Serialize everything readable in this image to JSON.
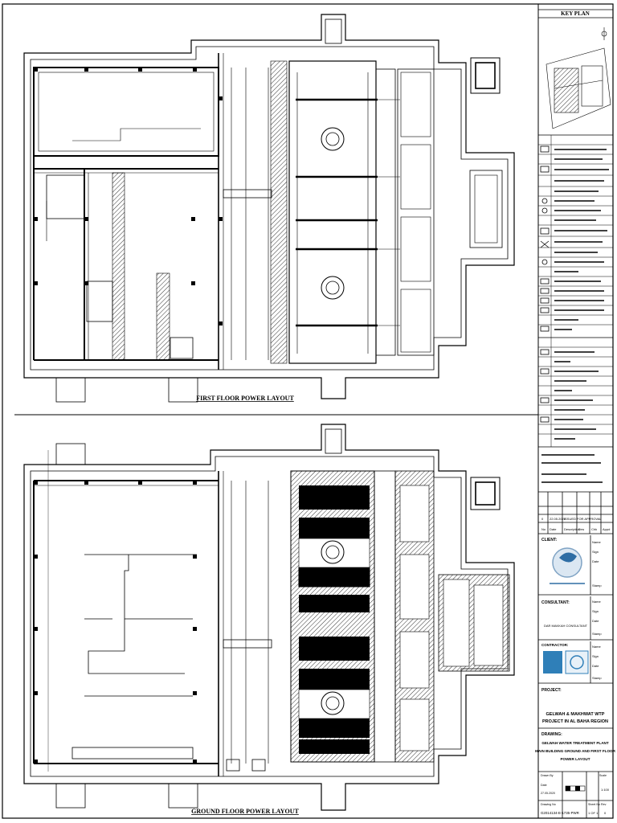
{
  "key_plan": {
    "title": "KEY PLAN"
  },
  "drawings": {
    "first_floor_title": "FIRST FLOOR POWER LAYOUT",
    "ground_floor_title": "GROUND FLOOR POWER LAYOUT"
  },
  "revision": {
    "row_no": "0",
    "row_date": "22.05.2020",
    "row_desc": "ISSUED FOR APPROVAL",
    "headers": [
      "No",
      "Date",
      "Description",
      "Drw",
      "Chk",
      "Appd"
    ]
  },
  "client": {
    "label": "CLIENT:",
    "fields": [
      "Name",
      "Sign",
      "Date",
      "Stamp"
    ]
  },
  "consultant": {
    "label": "CONSULTANT:",
    "name": "DAR MAKKAH CONSULTANT",
    "fields": [
      "Name",
      "Sign",
      "Date",
      "Stamp"
    ]
  },
  "contractor": {
    "label": "CONTRACTOR:",
    "fields": [
      "Name",
      "Sign",
      "Date",
      "Stamp"
    ]
  },
  "project": {
    "label": "PROJECT:",
    "name_line1": "GELWAH & MAKHWAT WTP",
    "name_line2": "PROJECT IN AL BAHA REGION"
  },
  "drawing": {
    "label": "DRAWING:",
    "line1": "GELWAH WATER TREATMENT PLANT",
    "line2": "MAIN BUILDING GROUND AND FIRST FLOOR",
    "line3": "POWER LAYOUT"
  },
  "footer": {
    "drawn_by": "Drawn By",
    "scale_label": "Scale",
    "scale": "1:100",
    "date_label": "Date",
    "date": "27.05.2020",
    "drawing_no_label": "Drawing No",
    "drawing_no": "G2014134-E-1735-PWR",
    "sheet_label": "Sheet No",
    "sheet": "1 OF 1",
    "rev_label": "Rev",
    "rev": "0"
  }
}
